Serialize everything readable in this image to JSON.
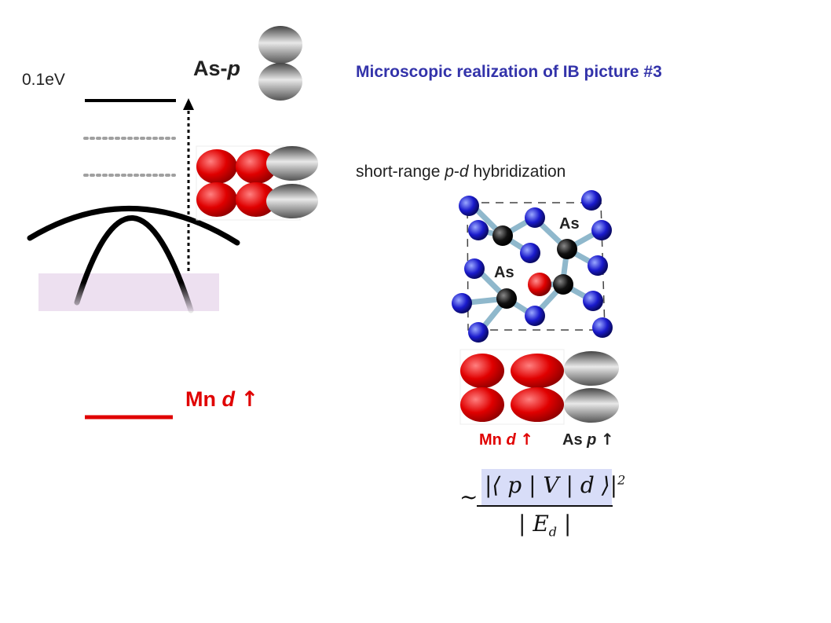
{
  "slide": {
    "title": "Microscopic realization of IB picture #3",
    "hybridization_prefix": "short-range ",
    "hybridization_p": "p",
    "hybridization_dash": "-",
    "hybridization_d": "d",
    "hybridization_suffix": " hybridization"
  },
  "energy_diagram": {
    "energy_label": "0.1eV",
    "as_p_label_main": "As-",
    "as_p_label_italic": "p",
    "mn_d_label_main": "Mn ",
    "mn_d_label_italic": "d",
    "arrow_up_symbol": "↑"
  },
  "crystal": {
    "as_label_top": "As",
    "as_label_left": "As"
  },
  "orbital_labels": {
    "mn_main": "Mn ",
    "mn_italic": "d",
    "as_main": "As ",
    "as_italic": "p",
    "arrow": "↑"
  },
  "formula": {
    "tilde": "~",
    "numerator": "|⟨ p | V | d ⟩|",
    "exponent": "2",
    "denominator_main": "| E",
    "denominator_sub": "d",
    "denominator_end": " |"
  },
  "colors": {
    "title": "#3333aa",
    "mn_red": "#e00000",
    "arsenic_blue": "#1a1acc",
    "band_fill": "#ede0f0"
  }
}
